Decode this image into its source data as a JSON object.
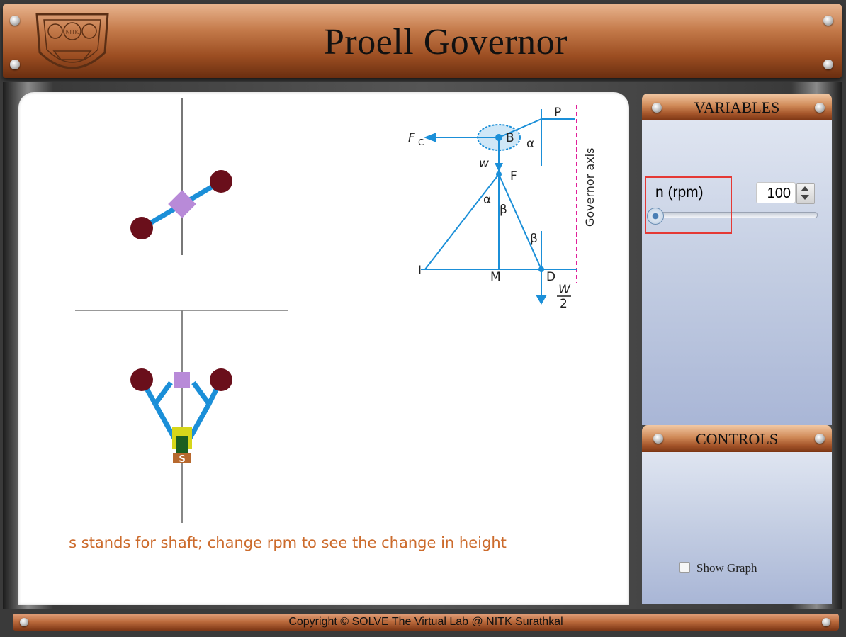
{
  "header": {
    "title": "Proell Governor",
    "logo": "nitk-emblem"
  },
  "simulation": {
    "hint": "s stands for shaft; change rpm to see the change in height",
    "shaft_label": "S",
    "diagram_labels": {
      "fc": "F",
      "fc_sub": "C",
      "b": "B",
      "p": "P",
      "alpha": "α",
      "w_small": "w",
      "f": "F",
      "beta": "β",
      "i": "I",
      "m": "M",
      "d": "D",
      "w_big": "W",
      "two": "2",
      "axis": "Governor axis"
    }
  },
  "variables": {
    "heading": "VARIABLES",
    "rpm": {
      "label": "n (rpm)",
      "value": "100",
      "slider_fraction": 0.0
    }
  },
  "controls": {
    "heading": "CONTROLS",
    "show_graph": {
      "label": "Show Graph",
      "checked": false
    }
  },
  "footer": {
    "copyright": "Copyright © SOLVE The Virtual Lab @ NITK Surathkal"
  },
  "colors": {
    "arm": "#1b8fd8",
    "ball": "#6a0f1b",
    "sleeve": "#b88ad8",
    "highlight": "#e53935",
    "hint": "#cc6b2c"
  }
}
